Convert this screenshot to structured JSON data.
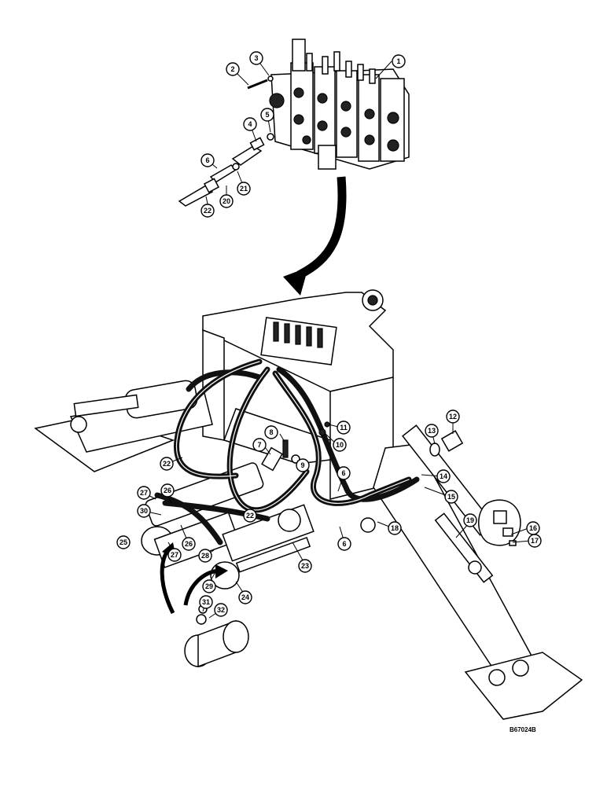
{
  "drawing_code": "B67024B",
  "callouts": [
    {
      "id": "c1",
      "label": "1"
    },
    {
      "id": "c2",
      "label": "2"
    },
    {
      "id": "c3",
      "label": "3"
    },
    {
      "id": "c4",
      "label": "4"
    },
    {
      "id": "c5",
      "label": "5"
    },
    {
      "id": "c6a",
      "label": "6"
    },
    {
      "id": "c20",
      "label": "20"
    },
    {
      "id": "c21",
      "label": "21"
    },
    {
      "id": "c22a",
      "label": "22"
    },
    {
      "id": "c7",
      "label": "7"
    },
    {
      "id": "c8",
      "label": "8"
    },
    {
      "id": "c9",
      "label": "9"
    },
    {
      "id": "c10",
      "label": "10"
    },
    {
      "id": "c11",
      "label": "11"
    },
    {
      "id": "c12",
      "label": "12"
    },
    {
      "id": "c13",
      "label": "13"
    },
    {
      "id": "c14",
      "label": "14"
    },
    {
      "id": "c15",
      "label": "15"
    },
    {
      "id": "c6b",
      "label": "6"
    },
    {
      "id": "c6c",
      "label": "6"
    },
    {
      "id": "c18",
      "label": "18"
    },
    {
      "id": "c19",
      "label": "19"
    },
    {
      "id": "c16",
      "label": "16"
    },
    {
      "id": "c17",
      "label": "17"
    },
    {
      "id": "c22b",
      "label": "22"
    },
    {
      "id": "c22c",
      "label": "22"
    },
    {
      "id": "c27a",
      "label": "27"
    },
    {
      "id": "c26a",
      "label": "26"
    },
    {
      "id": "c30",
      "label": "30"
    },
    {
      "id": "c25",
      "label": "25"
    },
    {
      "id": "c26b",
      "label": "26"
    },
    {
      "id": "c27b",
      "label": "27"
    },
    {
      "id": "c28",
      "label": "28"
    },
    {
      "id": "c29",
      "label": "29"
    },
    {
      "id": "c23",
      "label": "23"
    },
    {
      "id": "c24",
      "label": "24"
    },
    {
      "id": "c31",
      "label": "31"
    },
    {
      "id": "c32",
      "label": "32"
    }
  ]
}
